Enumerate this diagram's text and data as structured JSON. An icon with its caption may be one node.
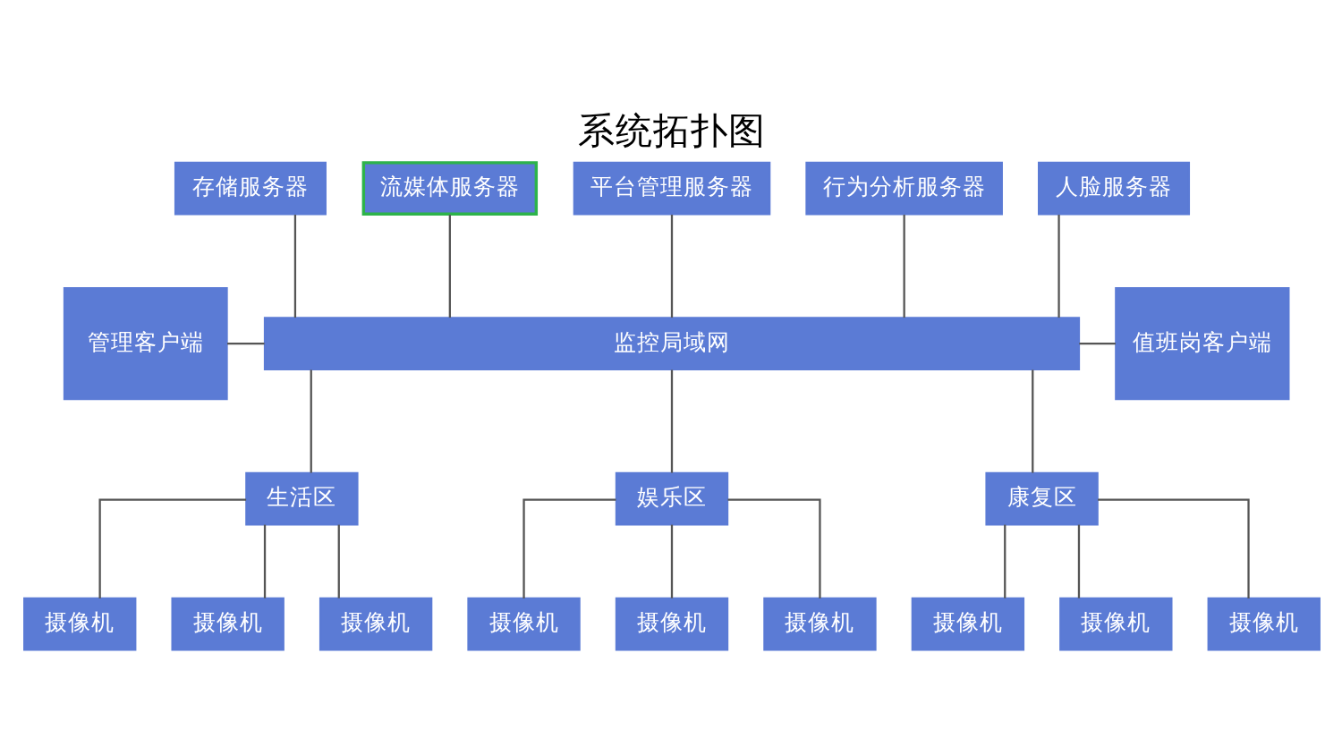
{
  "diagram": {
    "title": "系统拓扑图",
    "nodes": [
      {
        "text": [
          "存储服务器"
        ]
      },
      {
        "text": [
          "流媒体服务器"
        ]
      },
      {
        "text": [
          "平台管理服务器"
        ]
      },
      {
        "text": [
          "行为分析服务器"
        ]
      },
      {
        "text": [
          "人脸服务器"
        ]
      },
      {
        "text": [
          "管理客户端"
        ]
      },
      {
        "text": [
          "监控局域网"
        ]
      },
      {
        "text": [
          "值班岗客户端"
        ]
      },
      {
        "text": [
          "生活区"
        ]
      },
      {
        "text": [
          "娱乐区"
        ]
      },
      {
        "text": [
          "康复区"
        ]
      },
      {
        "text": [
          "摄像机"
        ]
      },
      {
        "text": [
          "摄像机"
        ]
      },
      {
        "text": [
          "摄像机"
        ]
      },
      {
        "text": [
          "摄像机"
        ]
      },
      {
        "text": [
          "摄像机"
        ]
      },
      {
        "text": [
          "摄像机"
        ]
      },
      {
        "text": [
          "摄像机"
        ]
      },
      {
        "text": [
          "摄像机"
        ]
      },
      {
        "text": [
          "摄像机"
        ]
      }
    ],
    "edges": [
      {
        "from": 0,
        "to": 6,
        "arrow": "none"
      },
      {
        "from": 1,
        "to": 6,
        "arrow": "none"
      },
      {
        "from": 2,
        "to": 6,
        "arrow": "none"
      },
      {
        "from": 3,
        "to": 6,
        "arrow": "none"
      },
      {
        "from": 4,
        "to": 6,
        "arrow": "none"
      },
      {
        "from": 5,
        "to": 6,
        "arrow": "none"
      },
      {
        "from": 6,
        "to": 7,
        "arrow": "none"
      },
      {
        "from": 6,
        "to": 8,
        "arrow": "none"
      },
      {
        "from": 6,
        "to": 9,
        "arrow": "none"
      },
      {
        "from": 6,
        "to": 10,
        "arrow": "none"
      },
      {
        "from": 8,
        "to": 11,
        "arrow": "none"
      },
      {
        "from": 8,
        "to": 12,
        "arrow": "none"
      },
      {
        "from": 8,
        "to": 13,
        "arrow": "none"
      },
      {
        "from": 9,
        "to": 14,
        "arrow": "none"
      },
      {
        "from": 9,
        "to": 15,
        "arrow": "none"
      },
      {
        "from": 9,
        "to": 16,
        "arrow": "none"
      },
      {
        "from": 10,
        "to": 17,
        "arrow": "none"
      },
      {
        "from": 10,
        "to": 18,
        "arrow": "none"
      },
      {
        "from": 10,
        "to": 19,
        "arrow": "none"
      }
    ]
  }
}
